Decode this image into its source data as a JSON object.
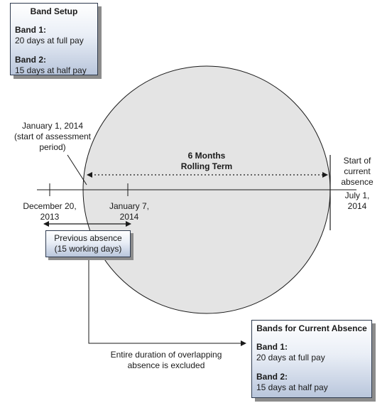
{
  "band_setup": {
    "title": "Band Setup",
    "band1_label": "Band 1:",
    "band1_text": "20 days at full pay",
    "band2_label": "Band 2:",
    "band2_text": "15 days at half pay"
  },
  "current_bands": {
    "title": "Bands for Current Absence",
    "band1_label": "Band 1:",
    "band1_text": "20 days at full pay",
    "band2_label": "Band 2:",
    "band2_text": "15 days at half pay"
  },
  "rolling_term": {
    "line1": "6 Months",
    "line2": "Rolling Term"
  },
  "assessment_start": {
    "line1": "January 1, 2014",
    "line2": "(start of assessment",
    "line3": "period)"
  },
  "dec20": {
    "line1": "December 20,",
    "line2": "2013"
  },
  "jan7": {
    "line1": "January 7,",
    "line2": "2014"
  },
  "july1": {
    "line1": "July 1,",
    "line2": "2014"
  },
  "current_start": {
    "line1": "Start of",
    "line2": "current",
    "line3": "absence"
  },
  "previous_absence": {
    "line1": "Previous absence",
    "line2": "(15 working days)"
  },
  "excluded_note": {
    "line1": "Entire duration of overlapping",
    "line2": "absence is excluded"
  },
  "colors": {
    "circle_fill": "#e4e4e4",
    "line": "#1a1a1a",
    "box_border": "#2e3a4e",
    "shadow": "#8c8c8c"
  }
}
